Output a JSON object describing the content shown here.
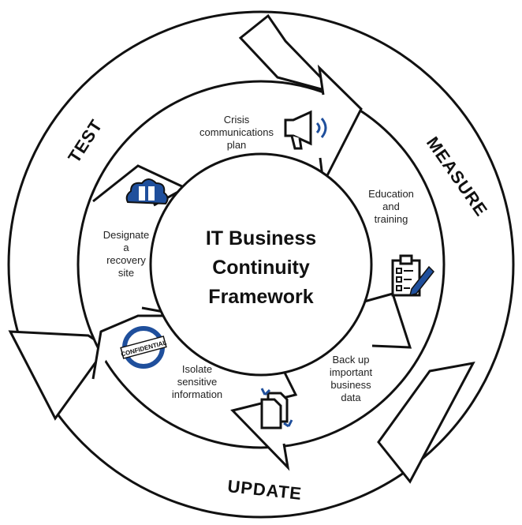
{
  "center_title": [
    "IT Business",
    "Continuity",
    "Framework"
  ],
  "outer_phases": {
    "test": "TEST",
    "measure": "MEASURE",
    "update": "UPDATE"
  },
  "steps": {
    "crisis": [
      "Crisis",
      "communications",
      "plan"
    ],
    "education": [
      "Education",
      "and",
      "training"
    ],
    "backup": [
      "Back up",
      "important",
      "business",
      "data"
    ],
    "isolate": [
      "Isolate",
      "sensitive",
      "information"
    ],
    "recovery": [
      "Designate",
      "a",
      "recovery",
      "site"
    ]
  },
  "badge": "CONFIDENTIAL",
  "colors": {
    "accent": "#1f4f9c",
    "line": "#111111"
  },
  "icons": [
    "megaphone-icon",
    "clipboard-icon",
    "document-sync-icon",
    "confidential-stamp-icon",
    "cloud-server-icon"
  ]
}
